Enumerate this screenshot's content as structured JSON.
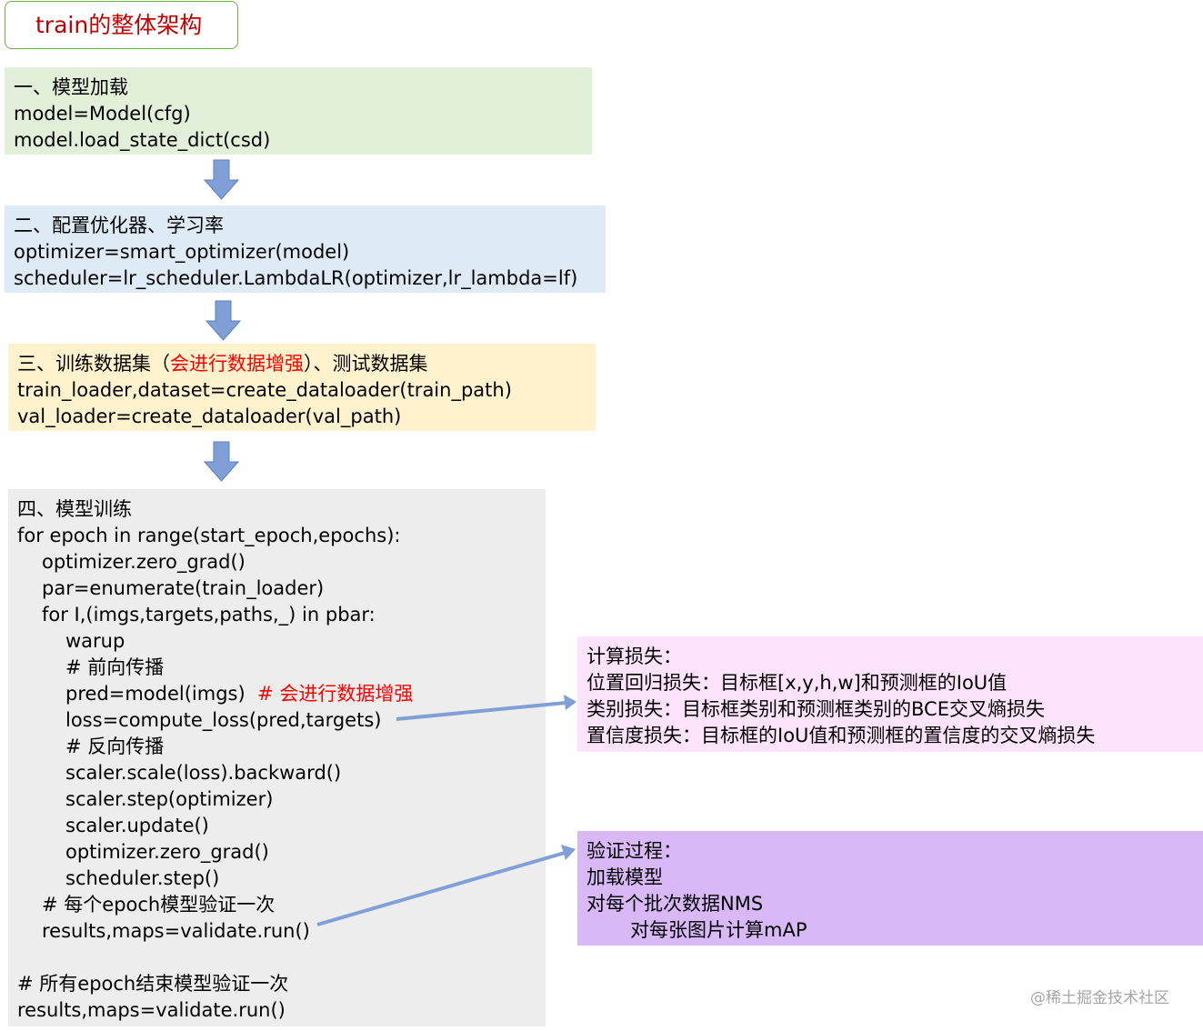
{
  "title": "train的整体架构",
  "step1": {
    "heading": "一、模型加载",
    "lines": [
      "model=Model(cfg)",
      "model.load_state_dict(csd)"
    ]
  },
  "step2": {
    "heading": "二、配置优化器、学习率",
    "lines": [
      "optimizer=smart_optimizer(model)",
      "scheduler=lr_scheduler.LambdaLR(optimizer,lr_lambda=lf)"
    ]
  },
  "step3": {
    "heading_a": "三、训练数据集（",
    "heading_red": "会进行数据增强",
    "heading_b": "）、测试数据集",
    "lines": [
      "train_loader,dataset=create_dataloader(train_path)",
      "val_loader=create_dataloader(val_path)"
    ]
  },
  "step4": {
    "heading": "四、模型训练",
    "l_for": "for epoch in range(start_epoch,epochs):",
    "l_zero": "optimizer.zero_grad()",
    "l_par": "par=enumerate(train_loader)",
    "l_inner": "for I,(imgs,targets,paths,_) in pbar:",
    "l_warup": "warup",
    "l_fwd": "# 前向传播",
    "l_pred": "pred=model(imgs)",
    "l_pred_note": "# 会进行数据增强",
    "l_loss": "loss=compute_loss(pred,targets)",
    "l_bwd": "# 反向传播",
    "l_scale": "scaler.scale(loss).backward()",
    "l_step": "scaler.step(optimizer)",
    "l_update": "scaler.update()",
    "l_zero2": "optimizer.zero_grad()",
    "l_sched": "scheduler.step()",
    "l_val_c": "# 每个epoch模型验证一次",
    "l_val": "results,maps=validate.run()",
    "l_final_c": "# 所有epoch结束模型验证一次",
    "l_final": "results,maps=validate.run()"
  },
  "loss_box": {
    "lines": [
      "计算损失：",
      "位置回归损失：目标框[x,y,h,w]和预测框的IoU值",
      "类别损失：目标框类别和预测框类别的BCE交叉熵损失",
      "置信度损失：目标框的IoU值和预测框的置信度的交叉熵损失"
    ]
  },
  "val_box": {
    "lines": [
      "验证过程：",
      "加载模型",
      "对每个批次数据NMS"
    ],
    "sub": "对每张图片计算mAP"
  },
  "watermark": "@稀土掘金技术社区",
  "colors": {
    "title_text": "#c00000",
    "title_border": "#70ad47",
    "step1_bg": "#e2efd9",
    "step2_bg": "#deebf7",
    "step3_bg": "#fff2cc",
    "step4_bg": "#ededed",
    "loss_bg": "#fde3fb",
    "val_bg": "#d9b8f7",
    "arrow": "#7f9fd6",
    "highlight": "#ff0000"
  }
}
